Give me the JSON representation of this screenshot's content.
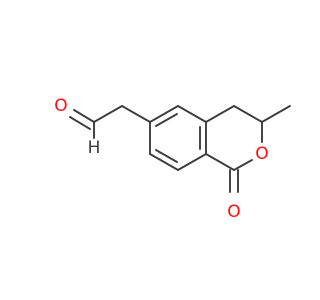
{
  "molecule": {
    "atom_labels": {
      "aldehyde_oxygen": "O",
      "aldehyde_hydrogen": "H",
      "ring_oxygen": "O",
      "carbonyl_oxygen": "O"
    },
    "colors": {
      "bond": "#3d3d3d",
      "oxygen": "#ff0d0d",
      "hydrogen": "#3d3d3d",
      "background": "#ffffff"
    }
  }
}
